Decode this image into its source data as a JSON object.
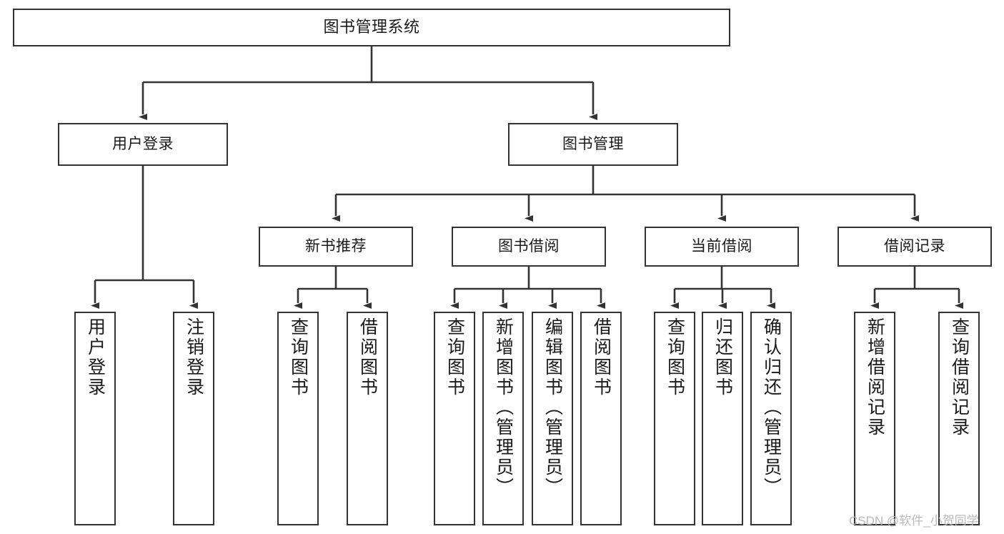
{
  "diagram": {
    "title": "图书管理系统",
    "type": "tree-hierarchy",
    "colors": {
      "box_border": "#333333",
      "box_fill": "#ffffff",
      "edge": "#333333",
      "text": "#1a1a1a",
      "watermark": "#b9b9b9",
      "background": "#ffffff"
    },
    "root": {
      "label": "图书管理系统"
    },
    "level2": [
      {
        "label": "用户登录"
      },
      {
        "label": "图书管理"
      }
    ],
    "level3": [
      {
        "label": "新书推荐"
      },
      {
        "label": "图书借阅"
      },
      {
        "label": "当前借阅"
      },
      {
        "label": "借阅记录"
      }
    ],
    "leaves": {
      "user_login": [
        {
          "label": "用户登录"
        },
        {
          "label": "注销登录"
        }
      ],
      "new_book_recommend": [
        {
          "label": "查询图书"
        },
        {
          "label": "借阅图书"
        }
      ],
      "book_borrow": [
        {
          "label": "查询图书"
        },
        {
          "label": "新增图书（管理员）"
        },
        {
          "label": "编辑图书（管理员）"
        },
        {
          "label": "借阅图书"
        }
      ],
      "current_borrow": [
        {
          "label": "查询图书"
        },
        {
          "label": "归还图书"
        },
        {
          "label": "确认归还（管理员）"
        }
      ],
      "borrow_record": [
        {
          "label": "新增借阅记录"
        },
        {
          "label": "查询借阅记录"
        }
      ]
    }
  },
  "watermark": {
    "text": "CSDN @软件_小贺同学"
  }
}
